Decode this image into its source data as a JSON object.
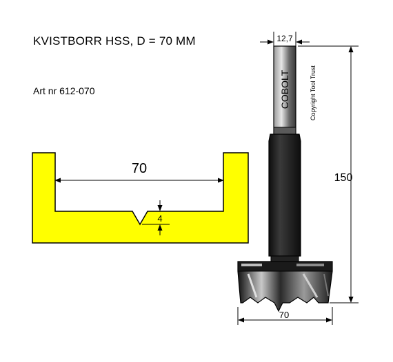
{
  "title": "KVISTBORR HSS, D = 70 MM",
  "article": "Art nr 612-070",
  "brand": "COBOLT",
  "copyright": "Copyright Tool Trust",
  "colors": {
    "profile_fill": "#ffff00",
    "tool_dark": "#1a1a1a",
    "tool_shank": "#4a4a4a",
    "tool_highlight": "#cfcfcf",
    "outline": "#000000"
  },
  "dimensions": {
    "profile_width": "70",
    "tip_depth": "4",
    "shank_diameter": "12,7",
    "total_length": "150",
    "cutter_diameter": "70"
  }
}
